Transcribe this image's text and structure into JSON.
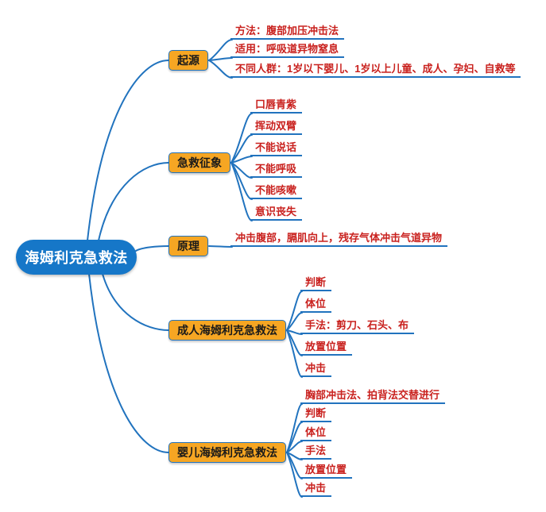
{
  "root": {
    "label": "海姆利克急救法"
  },
  "branches": [
    {
      "label": "起源",
      "children": [
        "方法：腹部加压冲击法",
        "适用：呼吸道异物窒息",
        "不同人群：1岁以下婴儿、1岁以上儿童、成人、孕妇、自救等"
      ]
    },
    {
      "label": "急救征象",
      "children": [
        "口唇青紫",
        "挥动双臂",
        "不能说话",
        "不能呼吸",
        "不能咳嗽",
        "意识丧失"
      ]
    },
    {
      "label": "原理",
      "children": [
        "冲击腹部，膈肌向上，残存气体冲击气道异物"
      ]
    },
    {
      "label": "成人海姆利克急救法",
      "children": [
        "判断",
        "体位",
        "手法：剪刀、石头、布",
        "放置位置",
        "冲击"
      ]
    },
    {
      "label": "婴儿海姆利克急救法",
      "children": [
        "胸部冲击法、拍背法交替进行",
        "判断",
        "体位",
        "手法",
        "放置位置",
        "冲击"
      ]
    }
  ],
  "colors": {
    "root_fill": "#1677C8",
    "root_text": "#FFFFFF",
    "branch_fill": "#F6A623",
    "branch_border": "#2173BE",
    "branch_text": "#1A1A1A",
    "leaf_text": "#C9211E",
    "line": "#2173BE",
    "background": "#FFFFFF"
  }
}
